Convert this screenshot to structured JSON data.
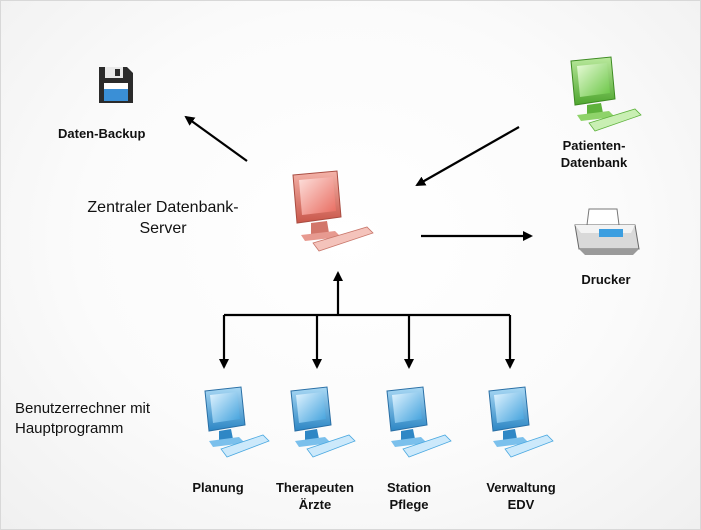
{
  "colors": {
    "server": "#e07a70",
    "database": "#7ccf56",
    "workstation": "#4aa8e0",
    "arrow": "#000000"
  },
  "nodes": {
    "backup": {
      "label": "Daten-Backup",
      "icon": "floppy-disk-icon"
    },
    "server": {
      "label_line1": "Zentraler Datenbank-",
      "label_line2": "Server",
      "icon": "server-computer-icon"
    },
    "database": {
      "label_line1": "Patienten-",
      "label_line2": "Datenbank",
      "icon": "database-computer-icon"
    },
    "printer": {
      "label": "Drucker",
      "icon": "printer-icon"
    },
    "user_group": {
      "label_line1": "Benutzerrechner mit",
      "label_line2": "Hauptprogramm"
    },
    "workstations": [
      {
        "line1": "Planung",
        "line2": "",
        "icon": "workstation-icon"
      },
      {
        "line1": "Therapeuten",
        "line2": "Ärzte",
        "icon": "workstation-icon"
      },
      {
        "line1": "Station",
        "line2": "Pflege",
        "icon": "workstation-icon"
      },
      {
        "line1": "Verwaltung",
        "line2": "EDV",
        "icon": "workstation-icon"
      }
    ]
  }
}
